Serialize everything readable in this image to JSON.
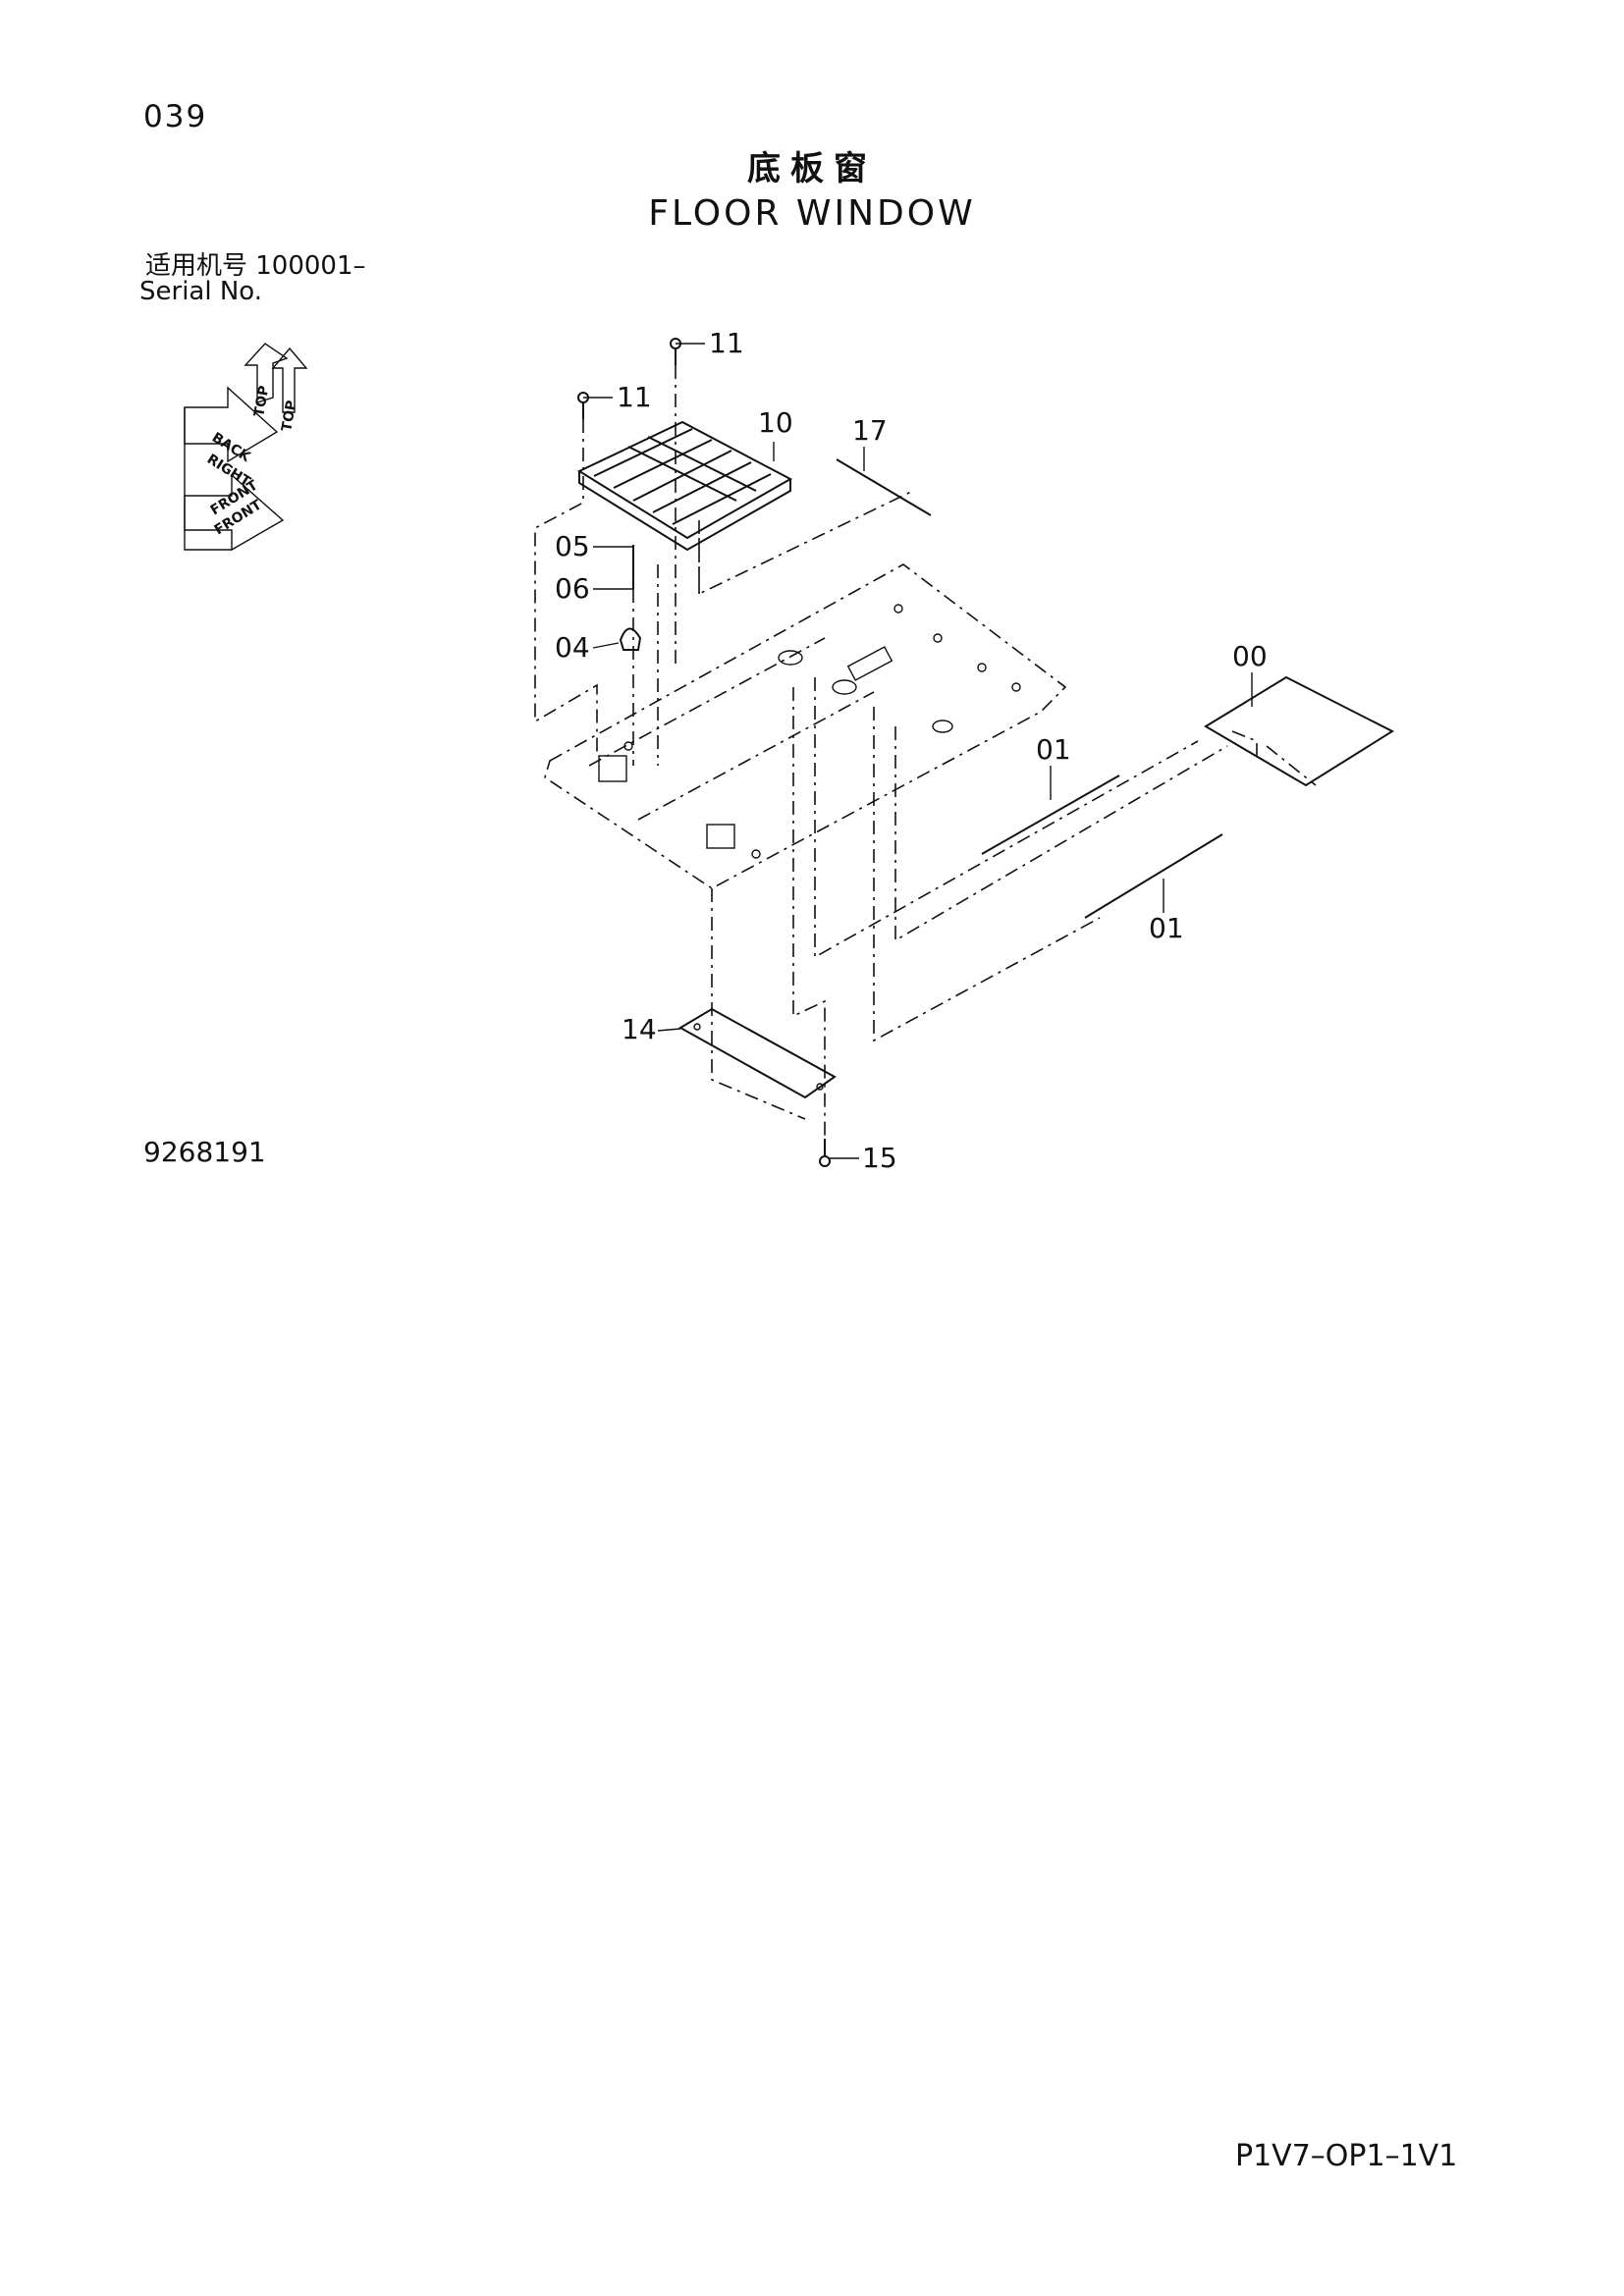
{
  "page_number": "039",
  "title_cn": "底板窗",
  "title_en": "FLOOR WINDOW",
  "serial_cn": "适用机号 100001–",
  "serial_en": "Serial No.",
  "drawing_number": "9268191",
  "page_code": "P1V7–OP1–1V1",
  "orientation_labels": {
    "top": "TOP",
    "back": "BACK",
    "right": "RIGHT",
    "front": "FRONT"
  },
  "callouts": {
    "c11a": "11",
    "c11b": "11",
    "c10": "10",
    "c17": "17",
    "c05": "05",
    "c06": "06",
    "c04": "04",
    "c00": "00",
    "c01a": "01",
    "c01b": "01",
    "c14": "14",
    "c15": "15"
  }
}
